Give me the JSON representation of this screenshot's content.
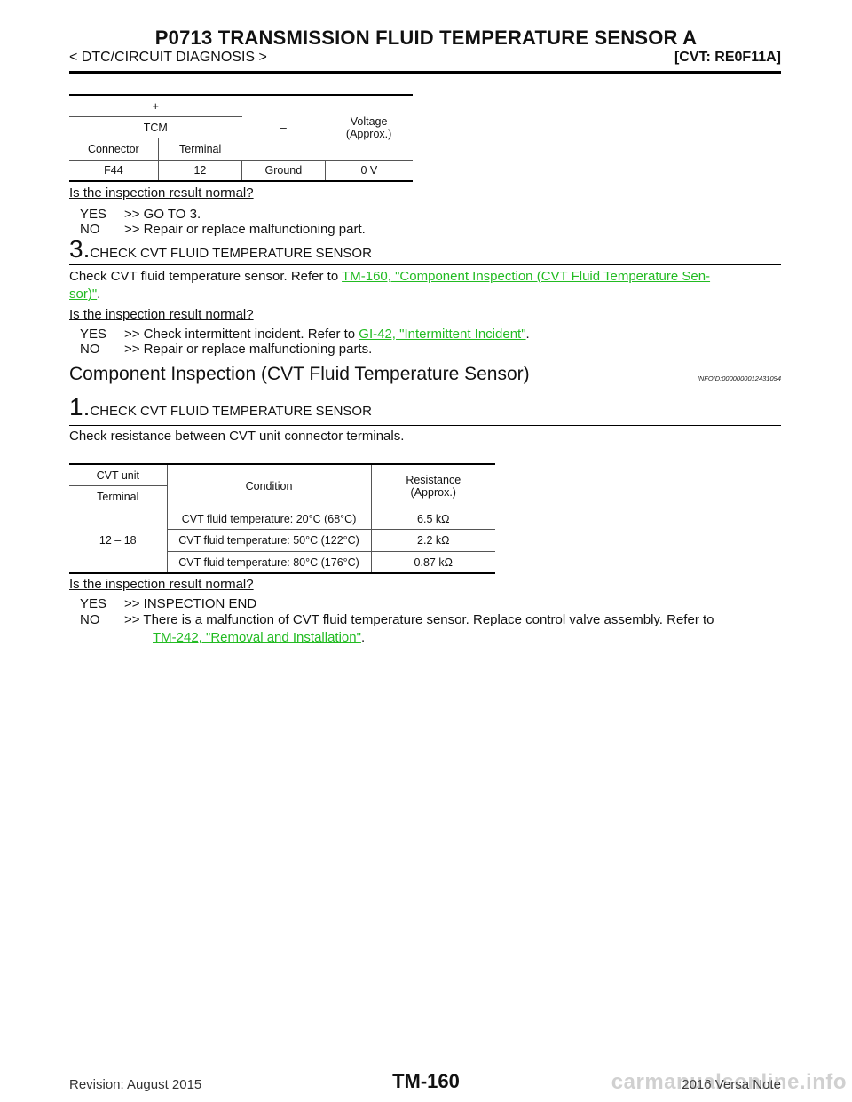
{
  "header": {
    "title": "P0713 TRANSMISSION FLUID TEMPERATURE SENSOR A",
    "section": "< DTC/CIRCUIT DIAGNOSIS >",
    "model": "[CVT: RE0F11A]"
  },
  "table1": {
    "plus": "+",
    "minus": "–",
    "voltage_header": "Voltage\n(Approx.)",
    "tcm": "TCM",
    "connector": "Connector",
    "terminal": "Terminal",
    "row": {
      "connector": "F44",
      "terminal": "12",
      "minus": "Ground",
      "voltage": "0 V"
    }
  },
  "block2": {
    "question": "Is the inspection result normal?",
    "yes": "YES",
    "yes_text": ">> GO TO 3.",
    "no": "NO",
    "no_text": ">> Repair or replace malfunctioning part."
  },
  "step3": {
    "number": "3.",
    "title": "CHECK CVT FLUID TEMPERATURE SENSOR",
    "text_before": "Check CVT fluid temperature sensor. Refer to ",
    "link_line1": "TM-160, \"Component Inspection (CVT Fluid Temperature Sen-",
    "link_line2": "sor)\"",
    "text_after": ".",
    "question": "Is the inspection result normal?",
    "yes": "YES",
    "yes_text_before": ">> Check intermittent incident. Refer to ",
    "yes_link": "GI-42, \"Intermittent Incident\"",
    "yes_text_after": ".",
    "no": "NO",
    "no_text": ">> Repair or replace malfunctioning parts."
  },
  "component": {
    "heading": "Component Inspection (CVT Fluid Temperature Sensor)",
    "infoid": "INFOID:0000000012431094",
    "step_number": "1.",
    "step_title": "CHECK CVT FLUID TEMPERATURE SENSOR",
    "instruction": "Check resistance between CVT unit connector terminals."
  },
  "table2": {
    "cvt_unit": "CVT unit",
    "terminal": "Terminal",
    "condition": "Condition",
    "resistance": "Resistance\n(Approx.)",
    "terminal_value": "12 – 18",
    "rows": [
      {
        "condition": "CVT fluid temperature: 20°C (68°C)",
        "value": "6.5 kΩ"
      },
      {
        "condition": "CVT fluid temperature: 50°C (122°C)",
        "value": "2.2 kΩ"
      },
      {
        "condition": "CVT fluid temperature: 80°C (176°C)",
        "value": "0.87 kΩ"
      }
    ]
  },
  "block_final": {
    "question": "Is the inspection result normal?",
    "yes": "YES",
    "yes_text": ">> INSPECTION END",
    "no": "NO",
    "no_text": ">> There is a malfunction of CVT fluid temperature sensor. Replace control valve assembly. Refer to",
    "no_link": "TM-242, \"Removal and Installation\"",
    "no_after": "."
  },
  "footer": {
    "revision": "Revision: August 2015",
    "page": "TM-160",
    "vehicle": "2016 Versa Note",
    "watermark": "carmanualsonline.info"
  }
}
